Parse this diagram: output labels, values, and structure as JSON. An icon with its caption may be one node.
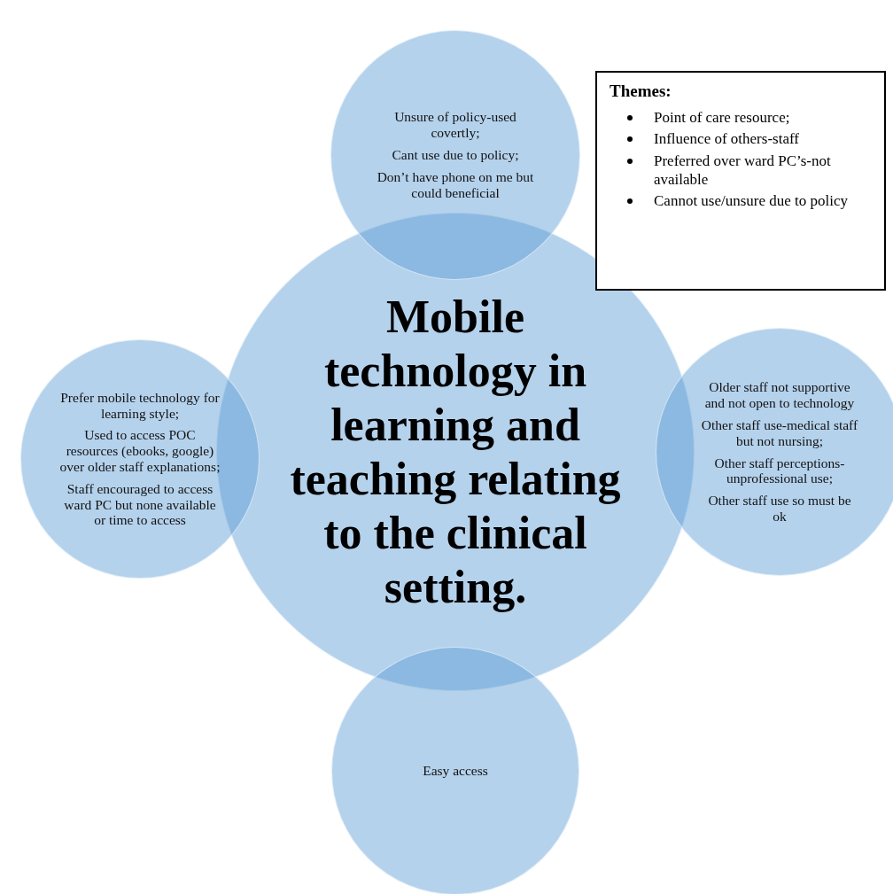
{
  "diagram": {
    "nodes": [
      {
        "text": [
          "Unsure of policy-used covertly;",
          "Cant use due to policy;",
          "Don’t have phone on me but could beneficial"
        ]
      },
      {
        "text": [
          "Themes:",
          "Point of care resource;",
          "Influence of others-staff",
          "Preferred over ward PC’s-not available",
          "Cannot use/unsure due to policy"
        ]
      },
      {
        "text": [
          "Prefer mobile technology for learning style;",
          "Used to access POC resources (ebooks, google)  over older staff explanations;",
          "Staff encouraged to access ward PC but none available or time to access"
        ]
      },
      {
        "text": [
          "Mobile technology in learning and teaching relating to the clinical setting."
        ]
      },
      {
        "text": [
          "Older staff not supportive and not open to technology",
          "Other staff use-medical staff but not nursing;",
          "Other staff perceptions-unprofessional use;",
          "Other staff use so must be ok"
        ]
      },
      {
        "text": [
          "Easy access"
        ]
      }
    ]
  }
}
